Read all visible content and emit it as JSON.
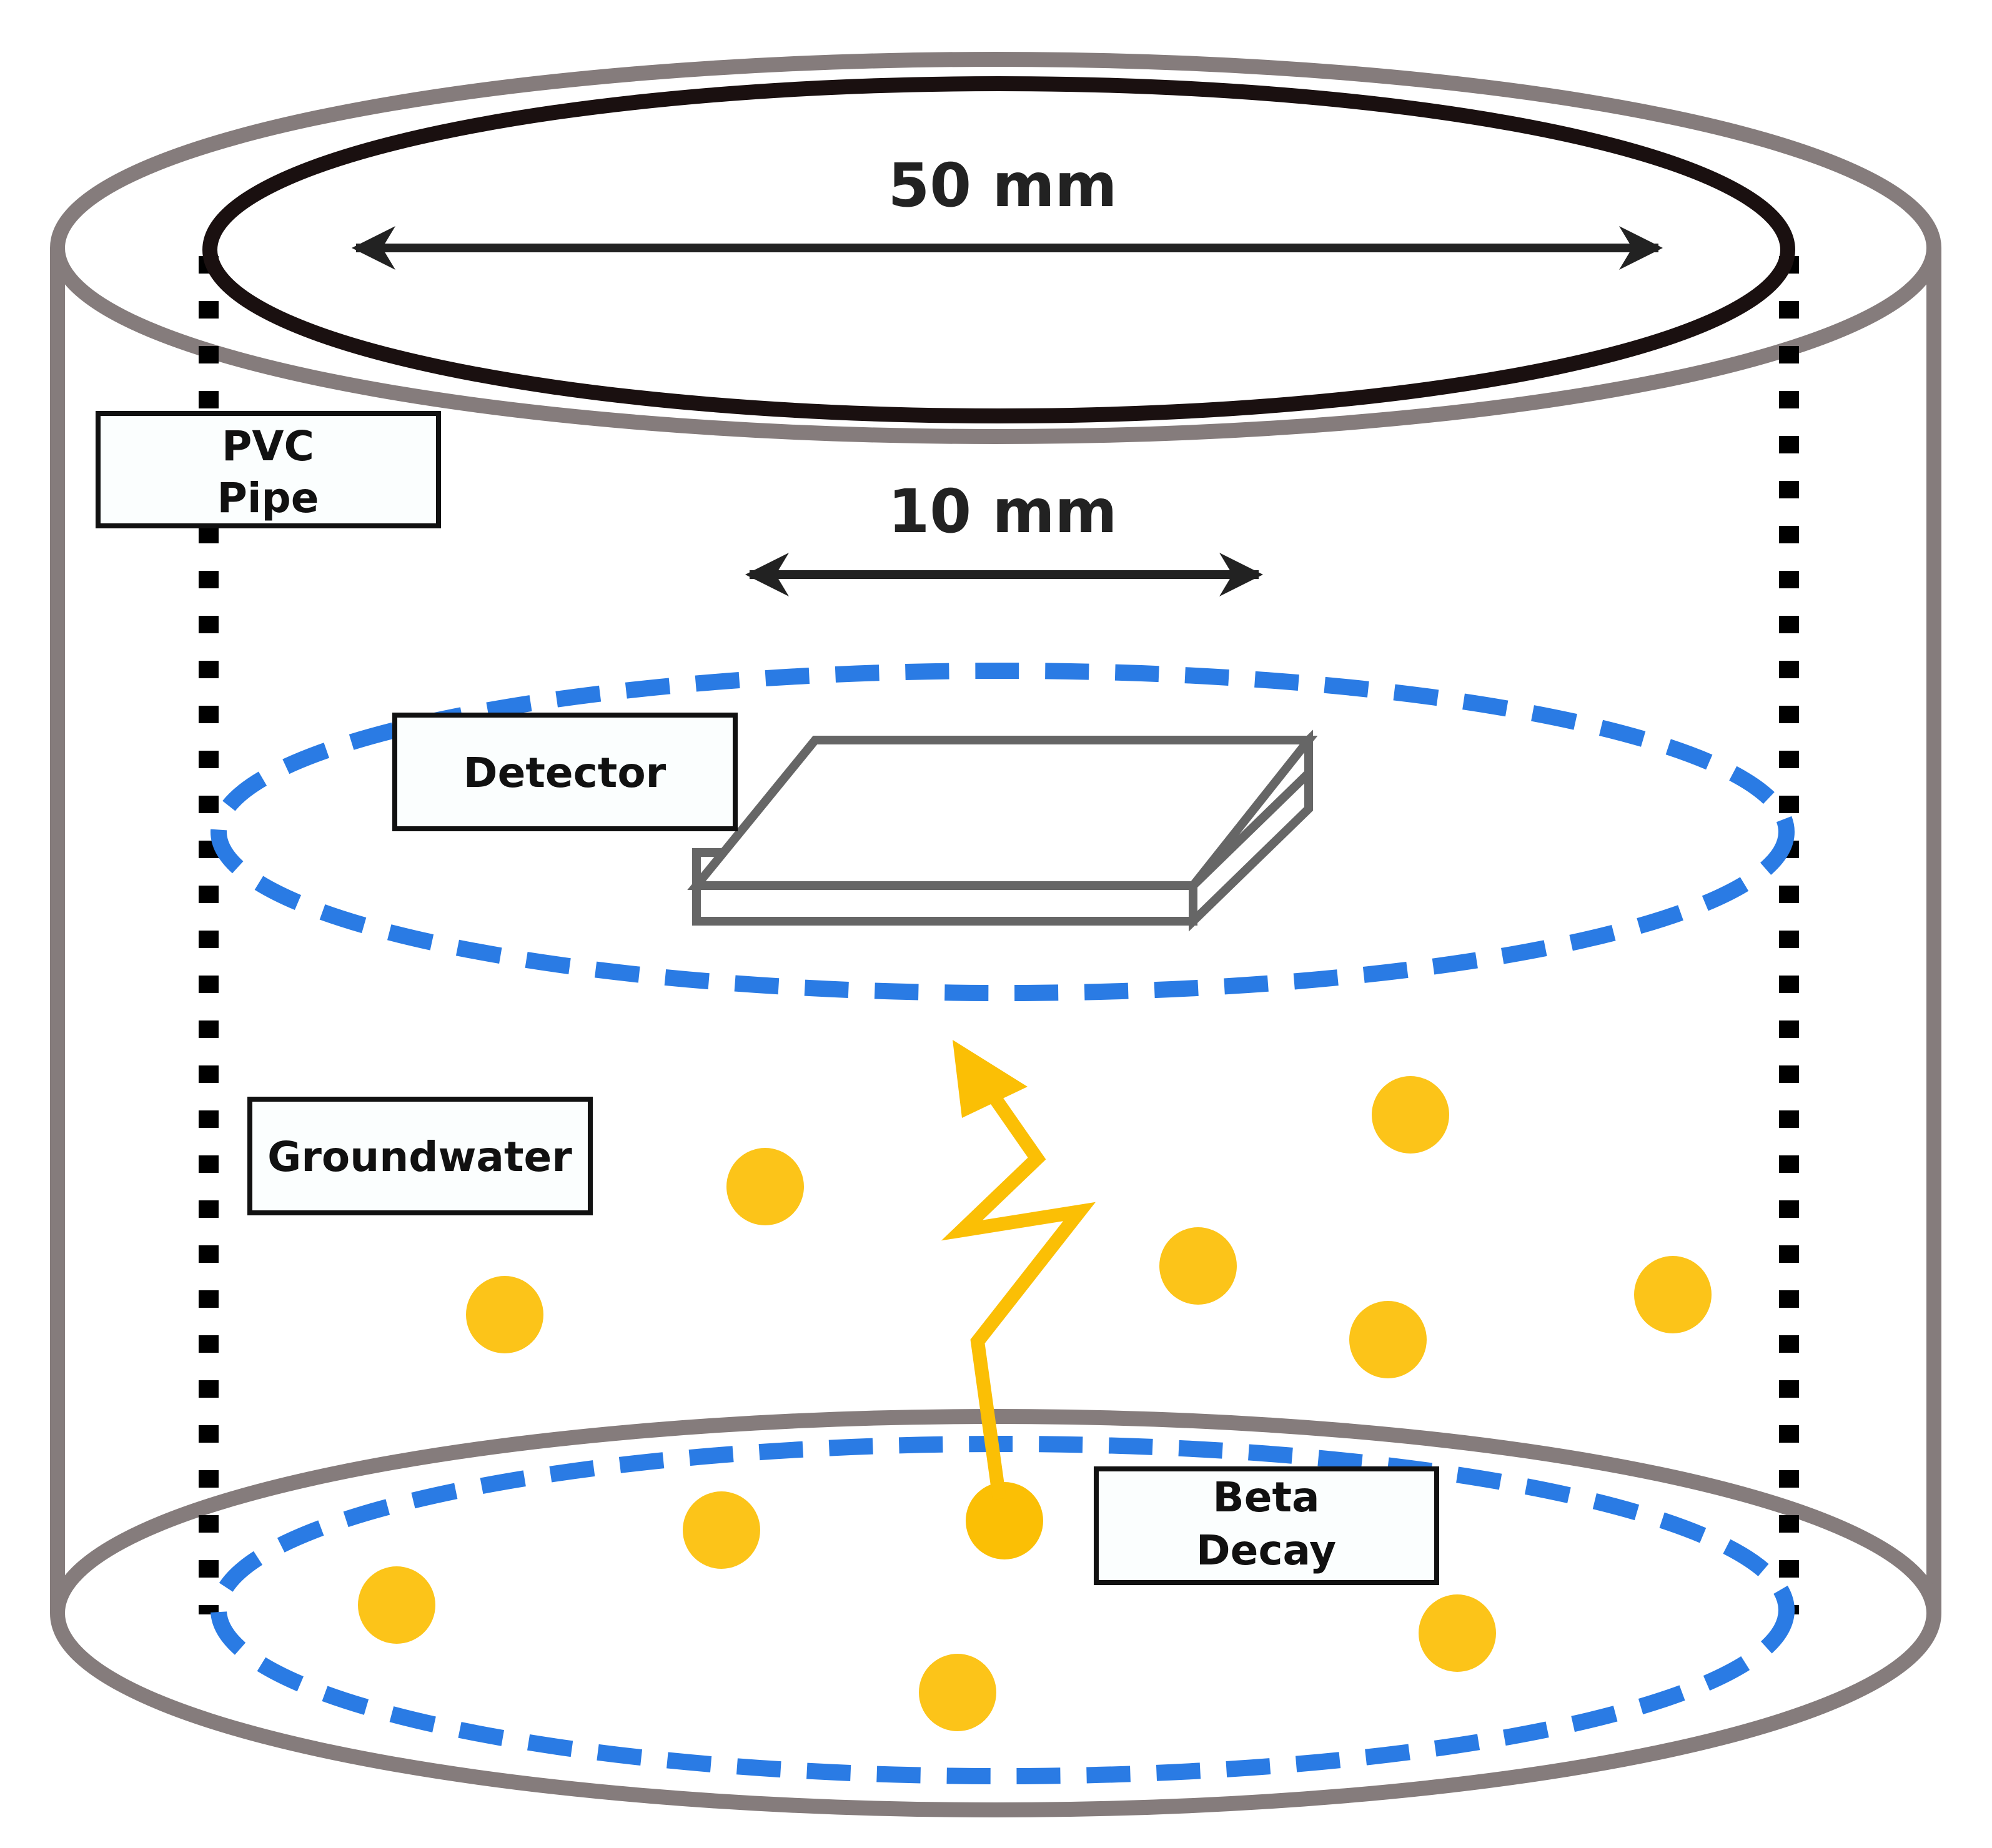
{
  "dimensions": {
    "outer": "50 mm",
    "detector": "10 mm"
  },
  "labels": {
    "pipe_line1": "PVC",
    "pipe_line2": "Pipe",
    "detector": "Detector",
    "groundwater": "Groundwater",
    "decay_line1": "Beta",
    "decay_line2": "Decay"
  },
  "colors": {
    "pipe": "#857c7c",
    "ring": "#1a1010",
    "dashed_region": "#2a7be4",
    "particle": "#fcc419",
    "decay_track": "#fbbf05",
    "detector": "#666666",
    "arrow": "#222222"
  }
}
